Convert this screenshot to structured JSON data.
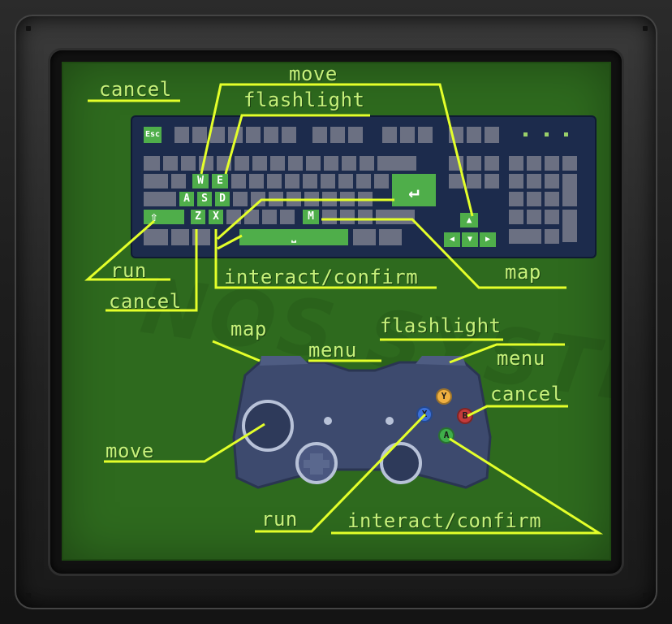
{
  "watermark": "NOS SYSTEMS",
  "keyboard": {
    "labels": {
      "esc": "Esc",
      "w": "W",
      "e": "E",
      "a": "A",
      "s": "S",
      "d": "D",
      "z": "Z",
      "x": "X",
      "m": "M",
      "shift": "⇧",
      "enter": "↵",
      "space": "⎵",
      "up": "▲",
      "left": "◀",
      "down": "▼",
      "right": "▶"
    },
    "callouts": {
      "cancel_esc": "cancel",
      "move": "move",
      "flashlight": "flashlight",
      "run": "run",
      "cancel_z": "cancel",
      "interact": "interact",
      "confirm": "confirm",
      "map": "map"
    }
  },
  "gamepad": {
    "buttons": {
      "y": "Y",
      "x": "X",
      "b": "B",
      "a": "A"
    },
    "button_colors": {
      "y": "#f0b040",
      "x": "#3a6fd8",
      "b": "#c43a3a",
      "a": "#3fae4a"
    },
    "callouts": {
      "map": "map",
      "menu_top": "menu",
      "flashlight": "flashlight",
      "menu_right": "menu",
      "cancel": "cancel",
      "move": "move",
      "run": "run",
      "interact": "interact",
      "confirm": "confirm"
    }
  },
  "colors": {
    "screen": "#2e6a1e",
    "accent": "#c6f07a",
    "line": "#e4ff2a",
    "keyboard": "#1c2b4c",
    "highlight_key": "#4fae4a",
    "gamepad": "#3d4a6e"
  }
}
